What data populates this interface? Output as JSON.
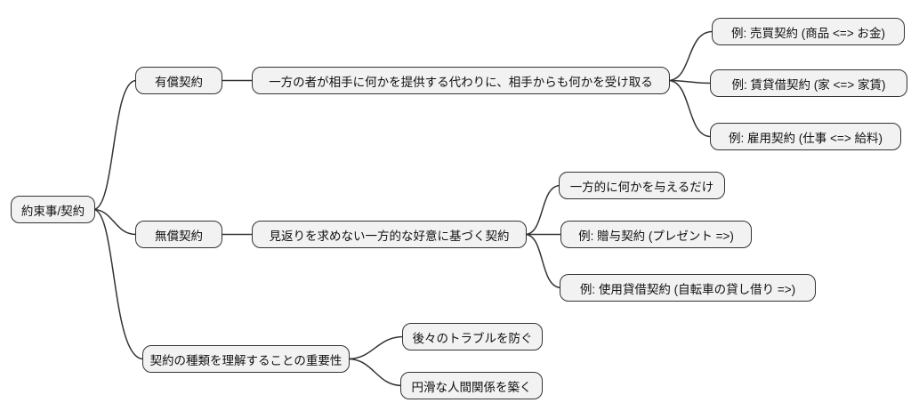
{
  "diagram": {
    "type": "mindmap",
    "root": {
      "label": "約束事/契約"
    },
    "branches": [
      {
        "label": "有償契約",
        "description": "一方の者が相手に何かを提供する代わりに、相手からも何かを受け取る",
        "children": [
          "例: 売買契約 (商品 <=> お金)",
          "例: 賃貸借契約 (家 <=> 家賃)",
          "例: 雇用契約 (仕事 <=> 給料)"
        ]
      },
      {
        "label": "無償契約",
        "description": "見返りを求めない一方的な好意に基づく契約",
        "children": [
          "一方的に何かを与えるだけ",
          "例: 贈与契約 (プレゼント =>)",
          "例: 使用貸借契約 (自転車の貸し借り =>)"
        ]
      },
      {
        "label": "契約の種類を理解することの重要性",
        "children": [
          "後々のトラブルを防ぐ",
          "円滑な人間関係を築く"
        ]
      }
    ],
    "colors": {
      "background": "#ffffff",
      "node_fill": "#f2f2f2",
      "node_border": "#333333",
      "edge": "#333333",
      "text": "#111111"
    }
  }
}
